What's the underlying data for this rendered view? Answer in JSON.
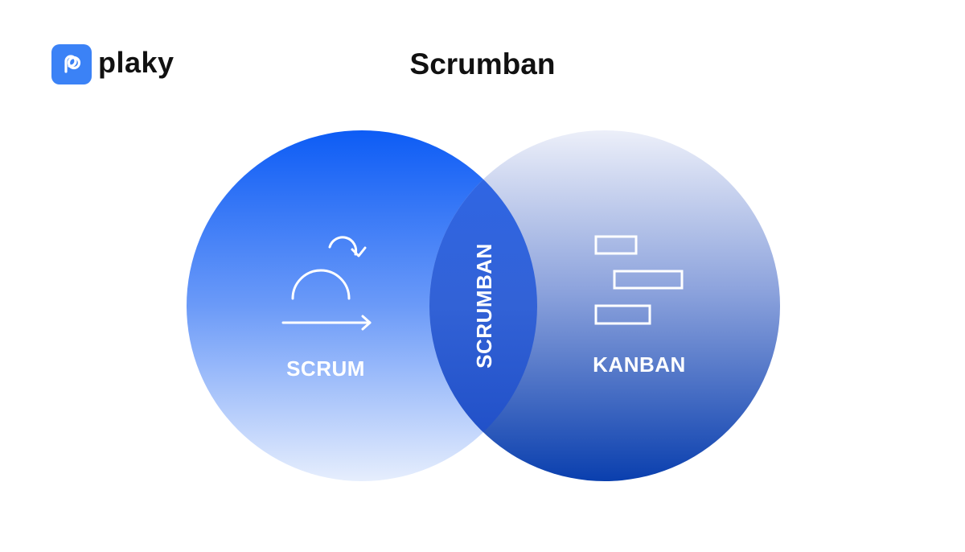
{
  "brand": {
    "name": "plaky",
    "color": "#3b82f6"
  },
  "title": "Scrumban",
  "diagram": {
    "type": "venn",
    "left_circle": {
      "label": "SCRUM",
      "icon": "sprint-cycle-icon",
      "gradient": [
        "#0d5cf5",
        "#e6eefd"
      ]
    },
    "right_circle": {
      "label": "KANBAN",
      "icon": "kanban-board-icon",
      "gradient": [
        "#eceff9",
        "#0a3fae"
      ]
    },
    "intersection": {
      "label": "SCRUMBAN",
      "color": "#2c5fd6"
    }
  }
}
